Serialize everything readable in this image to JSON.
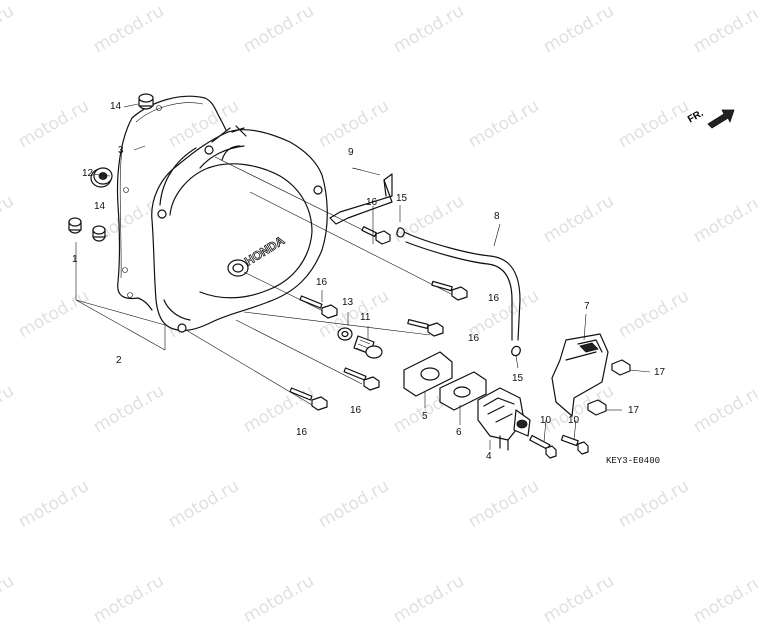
{
  "watermark": "motod.ru",
  "diagram_code": "KEY3-E0400",
  "direction_label": "FR.",
  "brand_mark": "HONDA",
  "callouts": [
    {
      "id": "c14a",
      "text": "14"
    },
    {
      "id": "c3",
      "text": "3"
    },
    {
      "id": "c12",
      "text": "12"
    },
    {
      "id": "c14b",
      "text": "14"
    },
    {
      "id": "c1",
      "text": "1"
    },
    {
      "id": "c2",
      "text": "2"
    },
    {
      "id": "c9",
      "text": "9"
    },
    {
      "id": "c16a",
      "text": "16"
    },
    {
      "id": "c15a",
      "text": "15"
    },
    {
      "id": "c8",
      "text": "8"
    },
    {
      "id": "c16b",
      "text": "16"
    },
    {
      "id": "c16c",
      "text": "16"
    },
    {
      "id": "c13",
      "text": "13"
    },
    {
      "id": "c11",
      "text": "11"
    },
    {
      "id": "c16d",
      "text": "16"
    },
    {
      "id": "c7",
      "text": "7"
    },
    {
      "id": "c15b",
      "text": "15"
    },
    {
      "id": "c17a",
      "text": "17"
    },
    {
      "id": "c5",
      "text": "5"
    },
    {
      "id": "c6",
      "text": "6"
    },
    {
      "id": "c16e",
      "text": "16"
    },
    {
      "id": "c17b",
      "text": "17"
    },
    {
      "id": "c10a",
      "text": "10"
    },
    {
      "id": "c10b",
      "text": "10"
    },
    {
      "id": "c4",
      "text": "4"
    },
    {
      "id": "c16f",
      "text": "16"
    }
  ]
}
